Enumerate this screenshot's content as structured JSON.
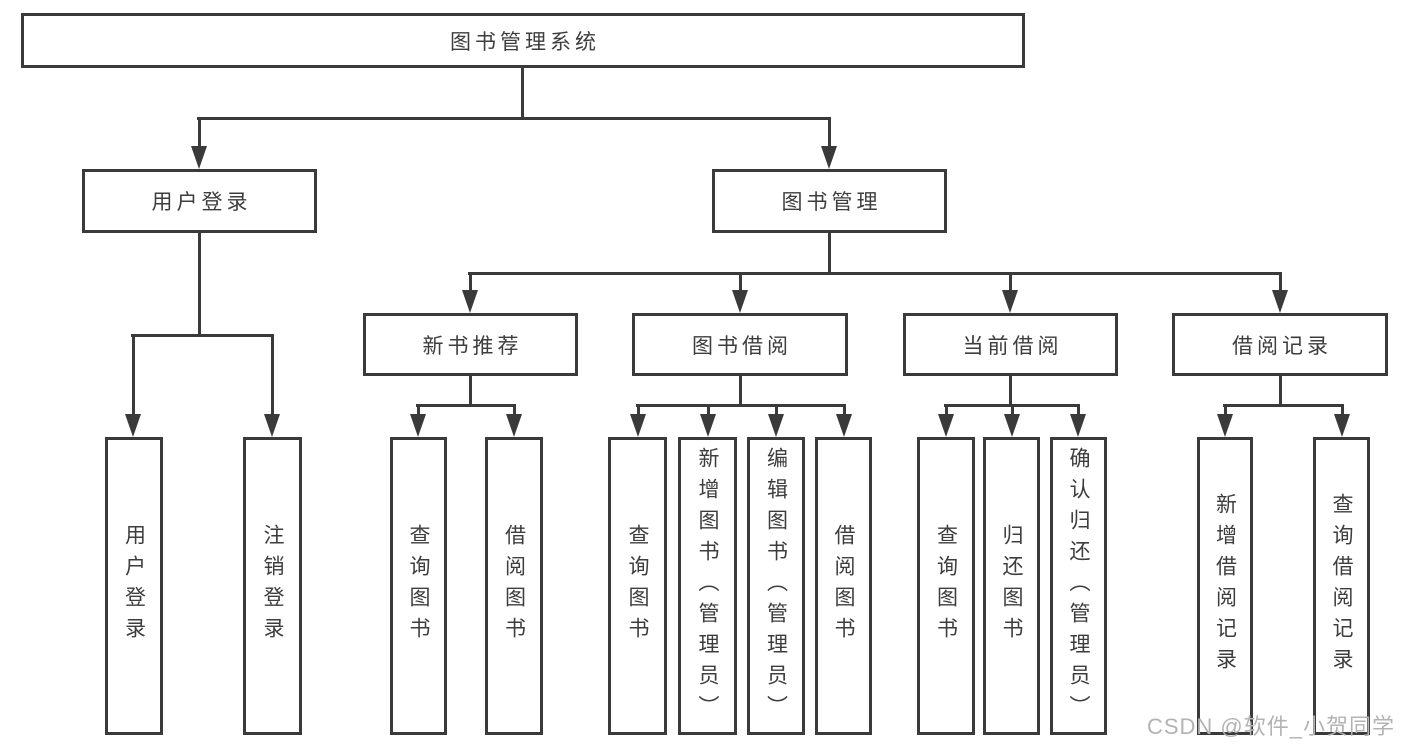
{
  "nodes": {
    "root": {
      "label": "图书管理系统"
    },
    "branches": [
      {
        "label": "用户登录",
        "parent": "图书管理系统"
      },
      {
        "label": "图书管理",
        "parent": "图书管理系统"
      }
    ],
    "sections": [
      {
        "label": "新书推荐",
        "parent": "图书管理"
      },
      {
        "label": "图书借阅",
        "parent": "图书管理"
      },
      {
        "label": "当前借阅",
        "parent": "图书管理"
      },
      {
        "label": "借阅记录",
        "parent": "图书管理"
      }
    ],
    "leaves": [
      {
        "label": "用户登录",
        "parent": "用户登录"
      },
      {
        "label": "注销登录",
        "parent": "用户登录"
      },
      {
        "label": "查询图书",
        "parent": "新书推荐"
      },
      {
        "label": "借阅图书",
        "parent": "新书推荐"
      },
      {
        "label": "查询图书",
        "parent": "图书借阅"
      },
      {
        "label": "新增图书（管理员）",
        "parent": "图书借阅"
      },
      {
        "label": "编辑图书（管理员）",
        "parent": "图书借阅"
      },
      {
        "label": "借阅图书",
        "parent": "图书借阅"
      },
      {
        "label": "查询图书",
        "parent": "当前借阅"
      },
      {
        "label": "归还图书",
        "parent": "当前借阅"
      },
      {
        "label": "确认归还（管理员）",
        "parent": "当前借阅"
      },
      {
        "label": "新增借阅记录",
        "parent": "借阅记录"
      },
      {
        "label": "查询借阅记录",
        "parent": "借阅记录"
      }
    ]
  },
  "watermark": {
    "text": "CSDN @软件_小贺同学"
  },
  "colors": {
    "line": "#3a3a3a",
    "text": "#3d3d3d",
    "watermark": "#b3b3b3",
    "background": "#ffffff"
  }
}
